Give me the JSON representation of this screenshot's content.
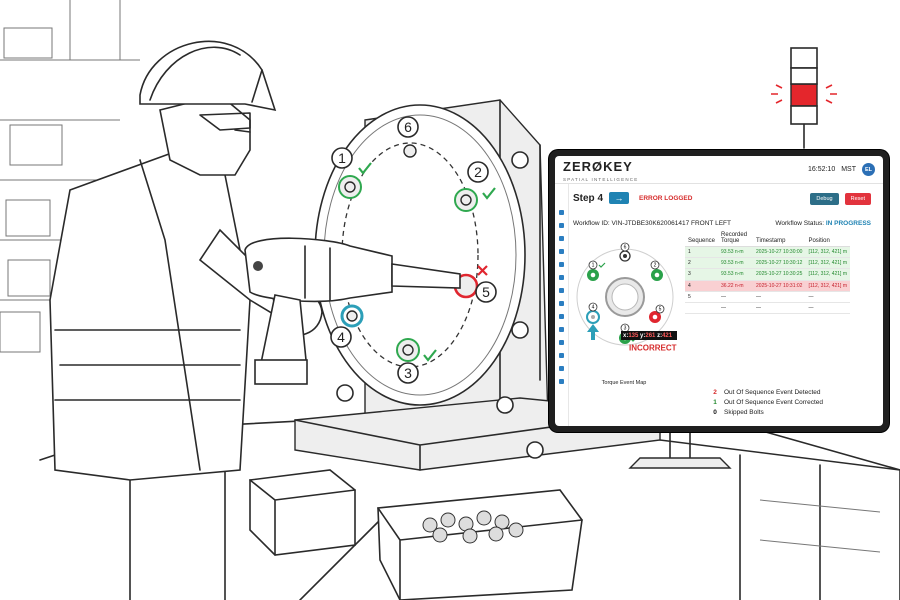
{
  "scene": {
    "bolts": [
      {
        "label": "1",
        "status": "done"
      },
      {
        "label": "2",
        "status": "done"
      },
      {
        "label": "3",
        "status": "done"
      },
      {
        "label": "4",
        "status": "next"
      },
      {
        "label": "5",
        "status": "error"
      },
      {
        "label": "6",
        "status": "pending"
      }
    ]
  },
  "app": {
    "logo": "ZERØKEY",
    "logo_sub": "SPATIAL INTELLIGENCE",
    "time": "16:52:10",
    "timezone": "MST",
    "user_initials": "EL",
    "step_title": "Step 4",
    "next_icon": "arrow-right-icon",
    "error_text": "ERROR LOGGED",
    "debug_label": "Debug",
    "reset_label": "Reset",
    "workflow_id": "Workflow ID: VIN-JTDBE30K620061417 FRONT LEFT",
    "workflow_status_label": "Workflow Status:",
    "workflow_status_value": "IN PROGRESS",
    "map": {
      "caption": "Torque Event Map",
      "bolts": [
        {
          "label": "1",
          "state": "done"
        },
        {
          "label": "2",
          "state": "done"
        },
        {
          "label": "3",
          "state": "done"
        },
        {
          "label": "4",
          "state": "next"
        },
        {
          "label": "5",
          "state": "error"
        },
        {
          "label": "6",
          "state": "pending"
        }
      ],
      "coord": {
        "x_label": "x:",
        "x_value": "135",
        "y_label": "y:",
        "y_value": "261",
        "z_label": "z:",
        "z_value": "421"
      },
      "incorrect_label": "INCORRECT"
    },
    "table": {
      "headers": [
        "Sequence",
        "Recorded Torque",
        "Timestamp",
        "Position"
      ],
      "rows": [
        {
          "seq": "1",
          "torque": "93.53 n-m",
          "time": "2025-10-27 10:30:00",
          "pos": "[112, 312, 421] m",
          "state": "ok"
        },
        {
          "seq": "2",
          "torque": "93.53 n-m",
          "time": "2025-10-27 10:30:12",
          "pos": "[112, 312, 421] m",
          "state": "ok"
        },
        {
          "seq": "3",
          "torque": "93.53 n-m",
          "time": "2025-10-27 10:30:25",
          "pos": "[112, 312, 421] m",
          "state": "ok"
        },
        {
          "seq": "4",
          "torque": "36.22 n-m",
          "time": "2025-10-27 10:31:02",
          "pos": "[112, 312, 421] m",
          "state": "bad"
        },
        {
          "seq": "5",
          "torque": "—",
          "time": "—",
          "pos": "—",
          "state": "empty"
        },
        {
          "seq": "",
          "torque": "—",
          "time": "—",
          "pos": "—",
          "state": "empty"
        }
      ]
    },
    "legend": [
      {
        "count": "2",
        "label": "Out Of Sequence Event Detected",
        "color": "#d62b2b"
      },
      {
        "count": "1",
        "label": "Out Of Sequence Event Corrected",
        "color": "#23892e"
      },
      {
        "count": "0",
        "label": "Skipped Bolts",
        "color": "#111111"
      }
    ]
  }
}
